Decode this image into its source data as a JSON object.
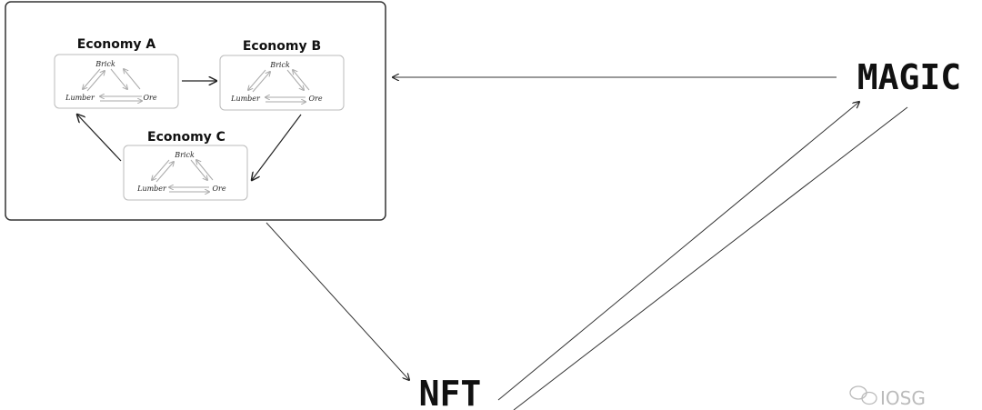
{
  "economies": [
    {
      "title": "Economy A",
      "nodes": {
        "top": "Brick",
        "left": "Lumber",
        "right": "Ore"
      }
    },
    {
      "title": "Economy B",
      "nodes": {
        "top": "Brick",
        "left": "Lumber",
        "right": "Ore"
      }
    },
    {
      "title": "Economy C",
      "nodes": {
        "top": "Brick",
        "left": "Lumber",
        "right": "Ore"
      }
    }
  ],
  "magic_label": "MAGIC",
  "nft_label": "NFT",
  "watermark": "IOSG"
}
